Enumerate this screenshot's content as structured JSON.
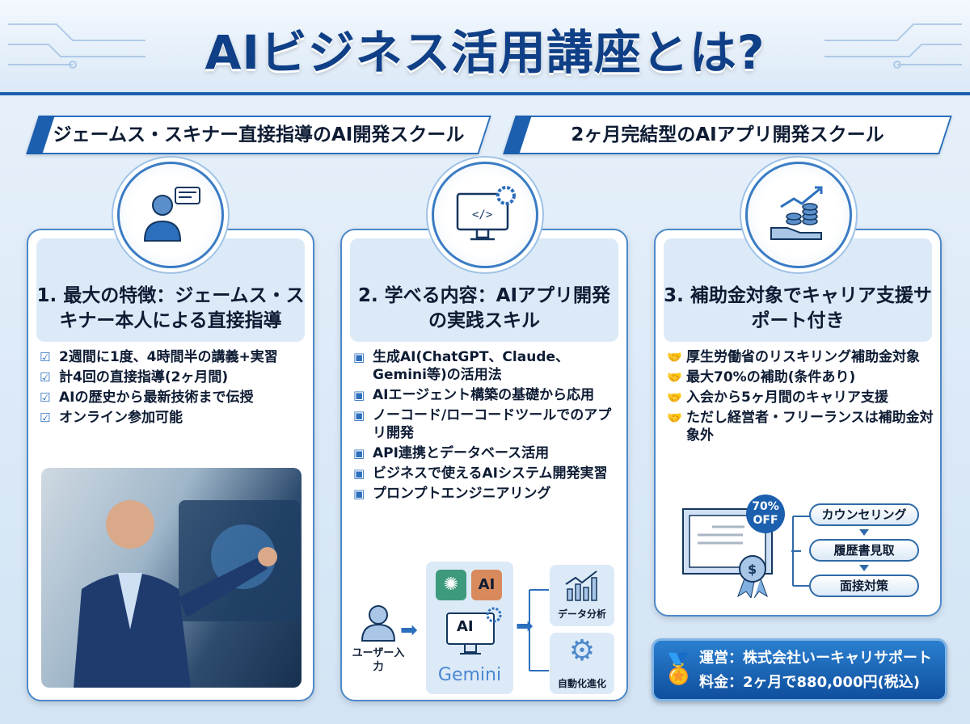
{
  "title": "AIビジネス活用講座とは?",
  "ribbons": [
    "ジェームス・スキナー直接指導のAI開発スクール",
    "2ヶ月完結型のAIアプリ開発スクール"
  ],
  "cards": [
    {
      "heading": "1. 最大の特徴：ジェームス・スキナー本人による直接指導",
      "icon": "teacher-speech-icon",
      "bullet_icon": "check-circle-icon",
      "items": [
        "2週間に1度、4時間半の講義+実習",
        "計4回の直接指導(2ヶ月間)",
        "AIの歴史から最新技術まで伝授",
        "オンライン参加可能"
      ]
    },
    {
      "heading": "2. 学べる内容：AIアプリ開発の実践スキル",
      "icon": "monitor-code-gear-icon",
      "bullet_icon": "code-window-icon",
      "items": [
        "生成AI(ChatGPT、Claude、Gemini等)の活用法",
        "AIエージェント構築の基礎から応用",
        "ノーコード/ローコードツールでのアプリ開発",
        "API連携とデータベース活用",
        "ビジネスで使えるAIシステム開発実習",
        "プロンプトエンジニアリング"
      ],
      "flow": {
        "user": "ユーザー入力",
        "center_label": "AI",
        "gemini": "Gemini",
        "ai_logo": "AI",
        "out1": "データ分析",
        "out2": "自動化進化"
      }
    },
    {
      "heading": "3. 補助金対象でキャリア支援サポート付き",
      "icon": "hand-coins-growth-icon",
      "bullet_icon": "handshake-icon",
      "items": [
        "厚生労働省のリスキリング補助金対象",
        "最大70%の補助(条件あり)",
        "入会から5ヶ月間のキャリア支援",
        "ただし経営者・フリーランスは補助金対象外"
      ],
      "badge": {
        "line1": "70%",
        "line2": "OFF"
      },
      "steps": [
        "カウンセリング",
        "履歴書見取",
        "面接対策"
      ]
    }
  ],
  "footer": {
    "operator": "運営：株式会社いーキャリサポート",
    "price": "料金：2ヶ月で880,000円(税込)"
  },
  "colors": {
    "primary": "#1b5fae",
    "title": "#0f3f86",
    "card_head": "#dceaf8"
  }
}
